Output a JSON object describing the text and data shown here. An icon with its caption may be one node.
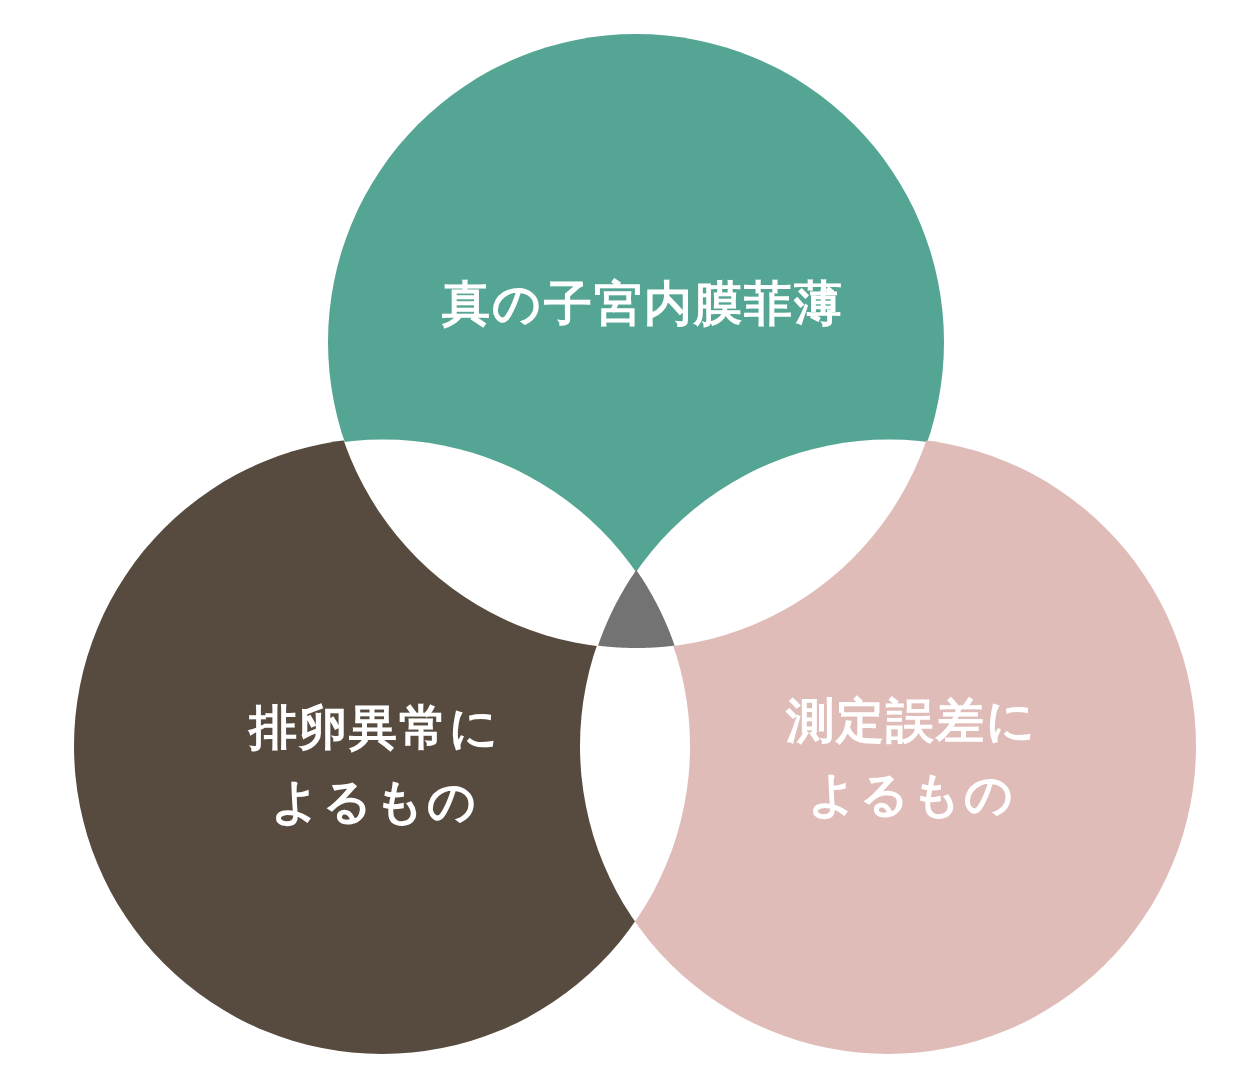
{
  "diagram": {
    "nodes": [
      {
        "text": [
          "真の子宮内膜菲薄"
        ]
      },
      {
        "text": [
          "排卵異常によるもの"
        ]
      },
      {
        "text": [
          "測定誤差によるもの"
        ]
      }
    ]
  }
}
